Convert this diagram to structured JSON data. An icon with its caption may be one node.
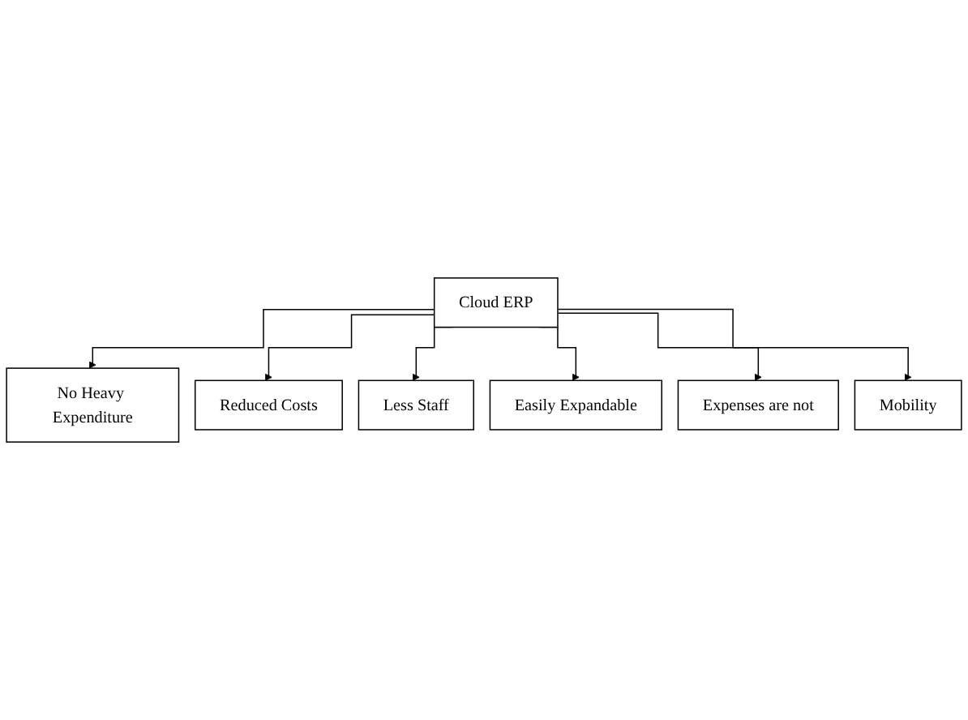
{
  "diagram": {
    "nodes": [
      {
        "text": [
          "Cloud ERP"
        ]
      },
      {
        "text": [
          "No Heavy Expenditure"
        ]
      },
      {
        "text": [
          "Less Staff"
        ]
      },
      {
        "text": [
          "Mobility"
        ]
      },
      {
        "text": [
          "Reduced Costs"
        ]
      },
      {
        "text": [
          "Easily Expandable"
        ]
      },
      {
        "text": [
          "Expenses are not"
        ]
      }
    ],
    "edges": [
      {
        "from": 0,
        "to": 1,
        "arrow": "to"
      },
      {
        "from": 0,
        "to": 4,
        "arrow": "to"
      },
      {
        "from": 0,
        "to": 2,
        "arrow": "to"
      },
      {
        "from": 0,
        "to": 5,
        "arrow": "to"
      },
      {
        "from": 0,
        "to": 6,
        "arrow": "to"
      },
      {
        "from": 0,
        "to": 3,
        "arrow": "to"
      }
    ]
  }
}
